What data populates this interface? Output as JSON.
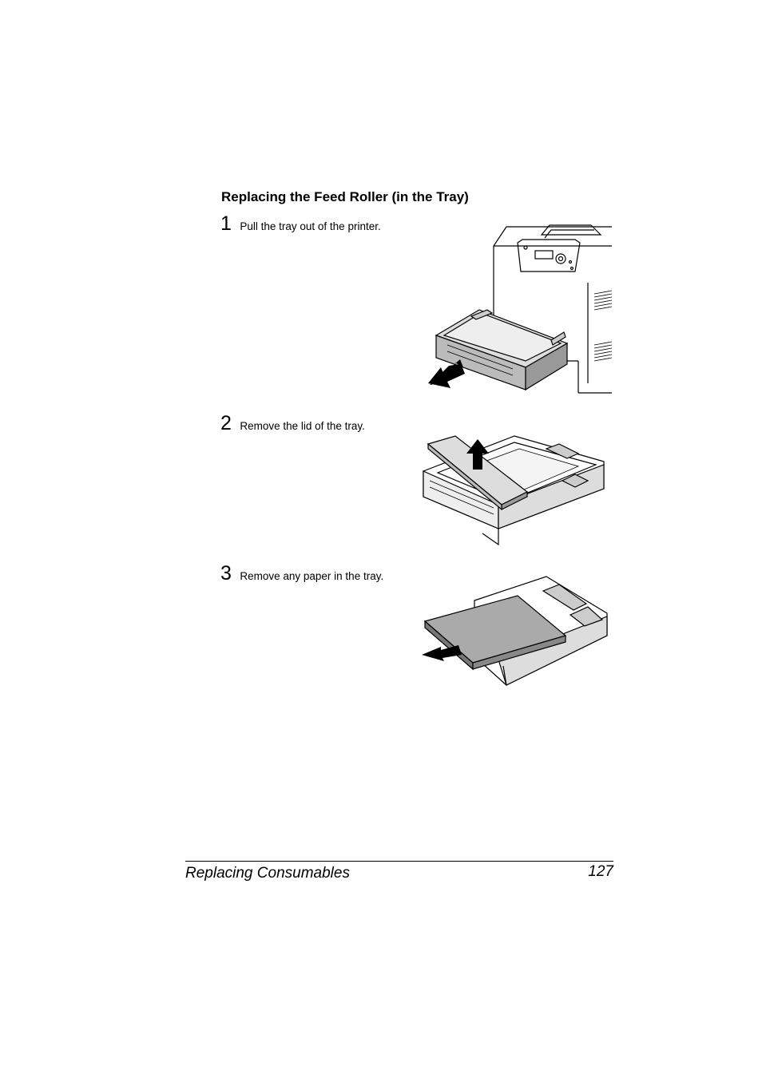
{
  "section": {
    "title": "Replacing the Feed Roller (in the Tray)"
  },
  "steps": [
    {
      "number": "1",
      "text": "Pull the tray out of the printer."
    },
    {
      "number": "2",
      "text": "Remove the lid of the tray."
    },
    {
      "number": "3",
      "text": "Remove any paper in the tray."
    }
  ],
  "footer": {
    "chapter": "Replacing Consumables",
    "page": "127"
  }
}
